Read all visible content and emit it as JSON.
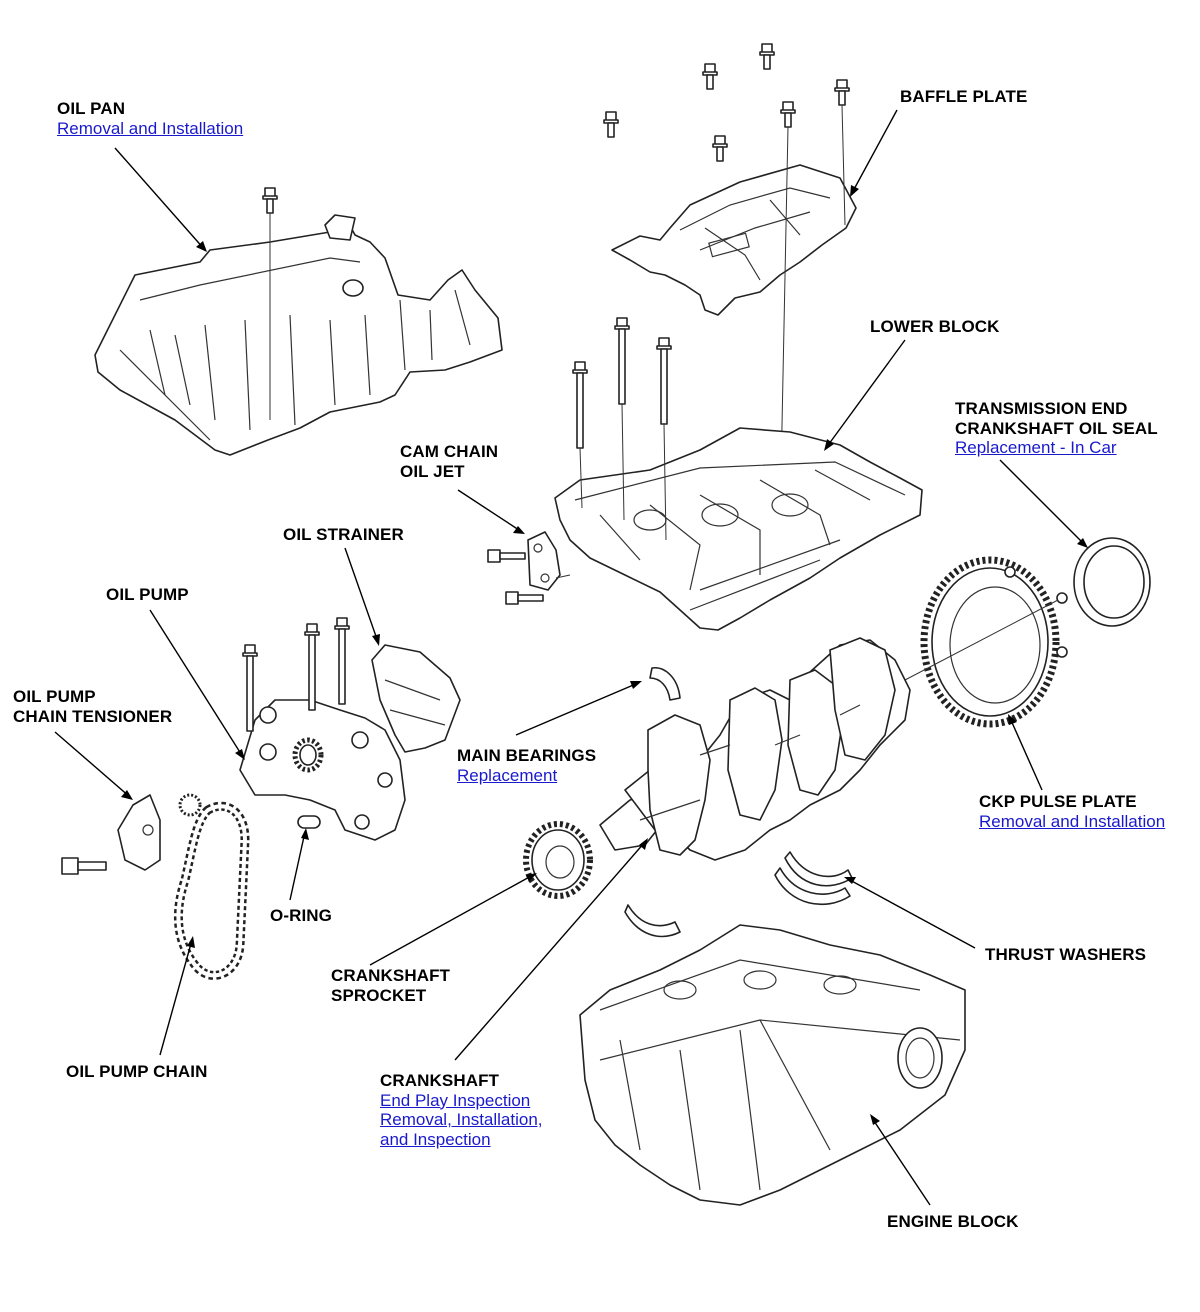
{
  "callouts": {
    "oil_pan": {
      "title": [
        "OIL PAN"
      ],
      "links": [
        "Removal and Installation"
      ]
    },
    "baffle_plate": {
      "title": [
        "BAFFLE PLATE"
      ],
      "links": []
    },
    "lower_block": {
      "title": [
        "LOWER BLOCK"
      ],
      "links": []
    },
    "trans_seal": {
      "title": [
        "TRANSMISSION END",
        "CRANKSHAFT OIL SEAL"
      ],
      "links": [
        "Replacement - In Car"
      ]
    },
    "cam_chain_jet": {
      "title": [
        "CAM CHAIN",
        "OIL JET"
      ],
      "links": []
    },
    "oil_strainer": {
      "title": [
        "OIL STRAINER"
      ],
      "links": []
    },
    "oil_pump": {
      "title": [
        "OIL PUMP"
      ],
      "links": []
    },
    "tensioner": {
      "title": [
        "OIL PUMP",
        "CHAIN TENSIONER"
      ],
      "links": []
    },
    "main_bearings": {
      "title": [
        "MAIN BEARINGS"
      ],
      "links": [
        "Replacement"
      ]
    },
    "ckp_plate": {
      "title": [
        "CKP PULSE PLATE"
      ],
      "links": [
        "Removal and Installation"
      ]
    },
    "o_ring": {
      "title": [
        "O-RING"
      ],
      "links": []
    },
    "thrust_washers": {
      "title": [
        "THRUST WASHERS"
      ],
      "links": []
    },
    "crank_sprocket": {
      "title": [
        "CRANKSHAFT",
        "SPROCKET"
      ],
      "links": []
    },
    "oil_pump_chain": {
      "title": [
        "OIL PUMP CHAIN"
      ],
      "links": []
    },
    "crankshaft": {
      "title": [
        "CRANKSHAFT"
      ],
      "links": [
        "End Play Inspection",
        "Removal, Installation,",
        "and Inspection"
      ]
    },
    "engine_block": {
      "title": [
        "ENGINE BLOCK"
      ],
      "links": []
    }
  }
}
